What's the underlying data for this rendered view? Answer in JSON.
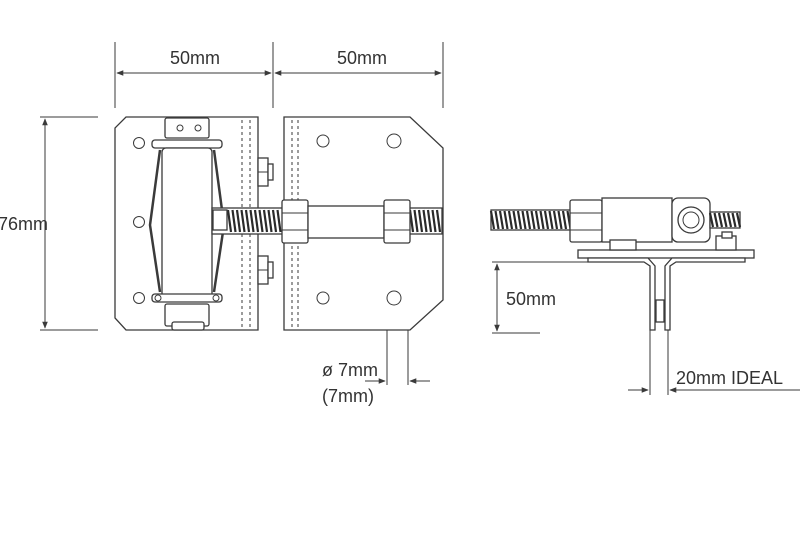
{
  "dimensions": {
    "left_width": "50mm",
    "right_width": "50mm",
    "height": "76mm",
    "hole_diameter": "ø 7mm",
    "hole_diameter_alt": "(7mm)",
    "side_height": "50mm",
    "gap": "20mm IDEAL"
  },
  "colors": {
    "line": "#3a3a3a",
    "background": "#ffffff",
    "text": "#333333"
  }
}
